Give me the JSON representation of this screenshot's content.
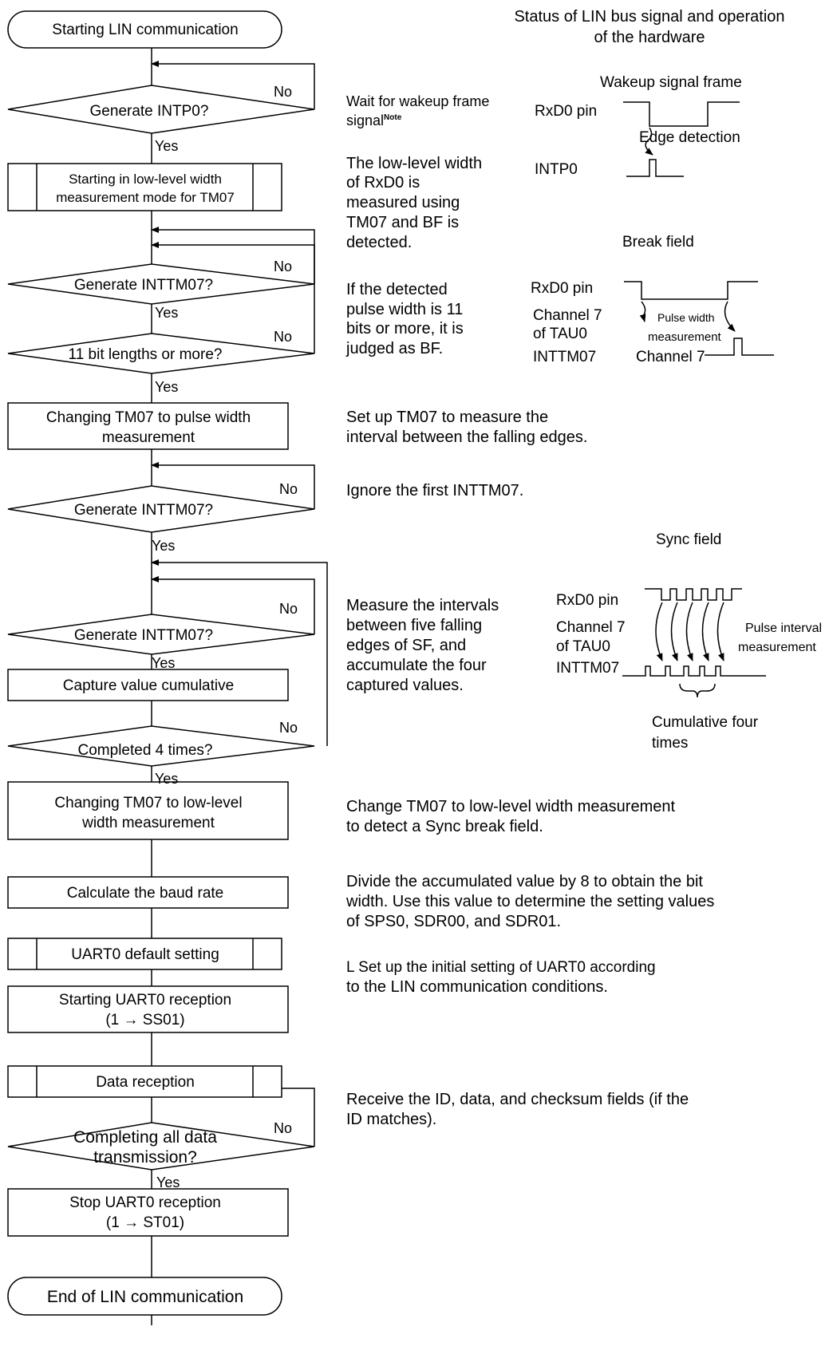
{
  "header": {
    "line1": "Status of LIN bus signal and operation",
    "line2": "of the hardware"
  },
  "flow": {
    "start": "Starting LIN communication",
    "gen_intp0": "Generate INTP0?",
    "start_lowlevel_1": "Starting in low-level width",
    "start_lowlevel_2": "measurement mode for TM07",
    "gen_inttm07": "Generate INTTM07?",
    "bits11": "11 bit lengths or more?",
    "change_pulse_1": "Changing TM07 to pulse width",
    "change_pulse_2": "measurement",
    "capture": "Capture value cumulative",
    "completed4": "Completed 4 times?",
    "change_low_1": "Changing TM07 to low-level",
    "change_low_2": "width measurement",
    "calc_baud": "Calculate the baud rate",
    "uart_default": "UART0 default setting",
    "start_uart_1": "Starting UART0 reception",
    "start_uart_2": "(1 → SS01)",
    "data_reception": "Data reception",
    "completing_1": "Completing all data",
    "completing_2": "transmission?",
    "stop_uart_1": "Stop UART0 reception",
    "stop_uart_2": "(1 → ST01)",
    "end": "End of LIN communication",
    "yes": "Yes",
    "no": "No"
  },
  "notes": {
    "wait_1": "Wait for wakeup frame",
    "wait_2": "signal",
    "wait_sup": "Note",
    "lowlevel_1": "The low-level width",
    "lowlevel_2": "of RxD0 is",
    "lowlevel_3": "measured using",
    "lowlevel_4": "TM07 and BF is",
    "lowlevel_5": "detected.",
    "bf_1": "If the detected",
    "bf_2": "pulse width is 11",
    "bf_3": "bits or more, it is",
    "bf_4": "judged as BF.",
    "setup_1": "Set up TM07 to measure the",
    "setup_2": "interval between the falling edges.",
    "ignore": "Ignore the first INTTM07.",
    "sf_1": "Measure the intervals",
    "sf_2": "between five falling",
    "sf_3": "edges of SF, and",
    "sf_4": "accumulate the four",
    "sf_5": "captured values.",
    "change_1": "Change TM07 to low-level width measurement",
    "change_2": "to detect a Sync break field.",
    "divide_1": "Divide the accumulated value by 8 to obtain the bit",
    "divide_2": "width.  Use this value to determine the setting values",
    "divide_3": "of SPS0, SDR00, and SDR01.",
    "uart_1": "L Set up the initial setting of UART0 according",
    "uart_2": "to the LIN communication conditions.",
    "receive_1": "Receive the ID, data, and checksum fields (if the",
    "receive_2": "ID matches)."
  },
  "waveforms": {
    "wakeup_title": "Wakeup signal frame",
    "rxd0_pin": "RxD0 pin",
    "edge_detection": "Edge detection",
    "intp0": "INTP0",
    "break_title": "Break field",
    "channel7": "Channel 7",
    "of_tau0": "of TAU0",
    "inttm07": "INTTM07",
    "pulse_width_1": "Pulse width",
    "pulse_width_2": "measurement",
    "channel7_b": "Channel 7",
    "sync_title": "Sync field",
    "pulse_interval_1": "Pulse interval",
    "pulse_interval_2": "measurement",
    "cumulative_1": "Cumulative four",
    "cumulative_2": "times"
  }
}
